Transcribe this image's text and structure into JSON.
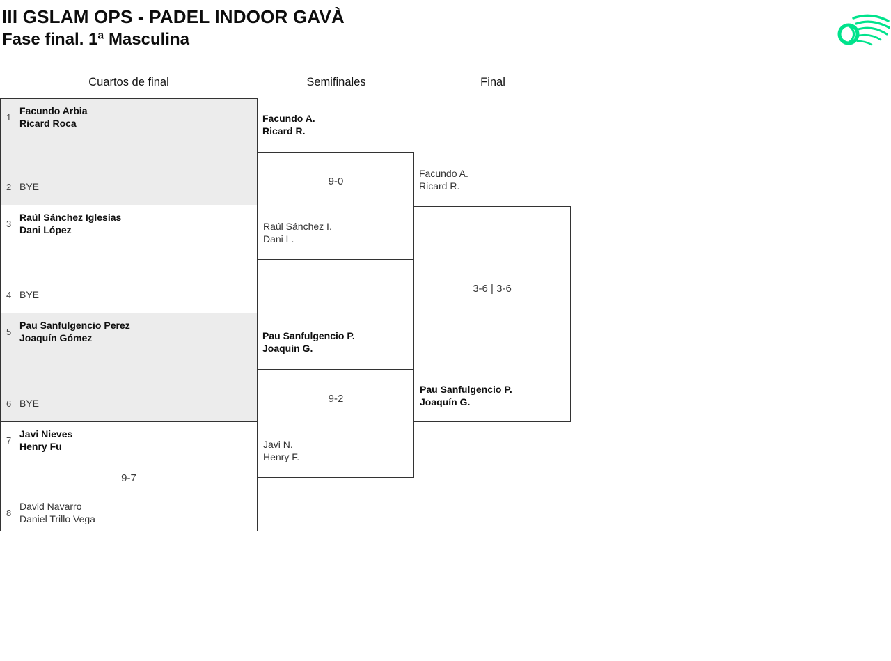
{
  "header": {
    "title": "III GSLAM OPS - PADEL INDOOR GAVÀ",
    "subtitle": "Fase final. 1ª Masculina"
  },
  "logo": {
    "icon": "padel-ball-swoosh-icon",
    "color": "#00E38C"
  },
  "columns": {
    "quarters": "Cuartos de final",
    "semis": "Semifinales",
    "final": "Final"
  },
  "quarterfinals": [
    {
      "seed_top": "1",
      "team_top_1": "Facundo Arbia",
      "team_top_2": "Ricard Roca",
      "seed_bottom": "2",
      "team_bottom_1": "BYE",
      "score": ""
    },
    {
      "seed_top": "3",
      "team_top_1": "Raúl Sánchez Iglesias",
      "team_top_2": "Dani López",
      "seed_bottom": "4",
      "team_bottom_1": "BYE",
      "score": ""
    },
    {
      "seed_top": "5",
      "team_top_1": "Pau Sanfulgencio Perez",
      "team_top_2": "Joaquín Gómez",
      "seed_bottom": "6",
      "team_bottom_1": "BYE",
      "score": ""
    },
    {
      "seed_top": "7",
      "team_top_1": "Javi Nieves",
      "team_top_2": "Henry Fu",
      "seed_bottom": "8",
      "team_bottom_1": "David Navarro",
      "team_bottom_2": "Daniel Trillo Vega",
      "score": "9-7"
    }
  ],
  "semifinals": [
    {
      "top_team_1": "Facundo A.",
      "top_team_2": "Ricard R.",
      "score": "9-0",
      "bottom_team_1": "Raúl Sánchez I.",
      "bottom_team_2": "Dani L."
    },
    {
      "top_team_1": "Pau Sanfulgencio P.",
      "top_team_2": "Joaquín G.",
      "score": "9-2",
      "bottom_team_1": "Javi N.",
      "bottom_team_2": "Henry F."
    }
  ],
  "final": {
    "top_team_1": "Facundo A.",
    "top_team_2": "Ricard R.",
    "score": "3-6 | 3-6",
    "winner_1": "Pau Sanfulgencio P.",
    "winner_2": "Joaquín G."
  }
}
